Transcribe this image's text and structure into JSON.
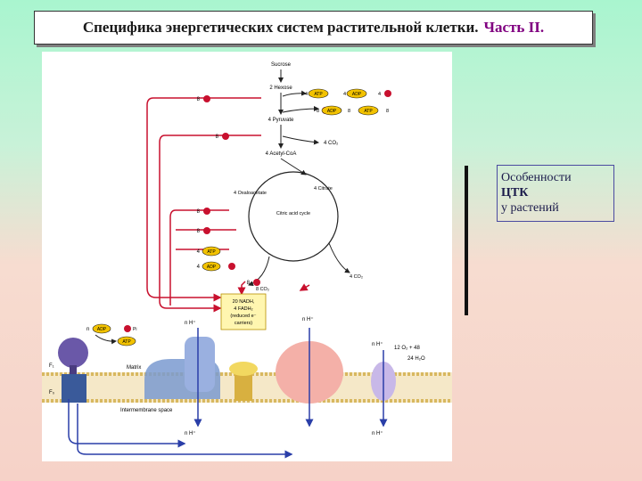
{
  "slide": {
    "title_main": "Специфика энергетических систем растительной клетки.",
    "title_part": "Часть II.",
    "note_lines": [
      "Особенности",
      "ЦТК",
      "у растений"
    ]
  },
  "diagram": {
    "glycolysis": {
      "sucrose": "Sucrose",
      "hexose": "2 Hexose",
      "pyruvate": "4 Pyruvate",
      "acetyl_coa": "4 Acetyl-CoA",
      "atp_in": "4",
      "adp_out": "4",
      "adp_in": "8",
      "atp_out": "8",
      "pi_in": "4",
      "pi_mid": "8",
      "co2_label": "4 CO₂"
    },
    "cycle": {
      "oxaloacetate": "4 Oxaloacetate",
      "citrate": "4 Citrate",
      "name": "Citric acid cycle",
      "co2_top": "4 CO₂",
      "co2_bottom": "8 CO₂",
      "atp_label": "4 ATP",
      "adp_label": "4 ADP + 4 Pi"
    },
    "left_tokens": [
      "8",
      "8",
      "8",
      "8",
      "4",
      "4",
      "8"
    ],
    "nadh_box": [
      "20 NADH,",
      "4 FADH₂",
      "(reduced e⁻",
      "carriers)"
    ],
    "matrix_label": "Matrix",
    "ims_label": "Intermembrane space",
    "o2_label": "12 O₂ + 48",
    "h2o_label": "24 H₂O",
    "atp_synth": {
      "atp": "ATP",
      "adp": "ADP",
      "pi": "Pi",
      "n_label": "n",
      "h_label": "H⁺"
    },
    "h_labels": [
      "n H⁺",
      "n H⁺",
      "n H⁺",
      "n H⁺",
      "n H⁺"
    ]
  },
  "colors": {
    "accent_red": "#c8102e",
    "token_yellow": "#f2c200",
    "membrane": "#d8b860",
    "complex_pink": "#f4b0a8",
    "complex_blue": "#9ab0e0",
    "atp_synthase": "#6a58a8"
  }
}
